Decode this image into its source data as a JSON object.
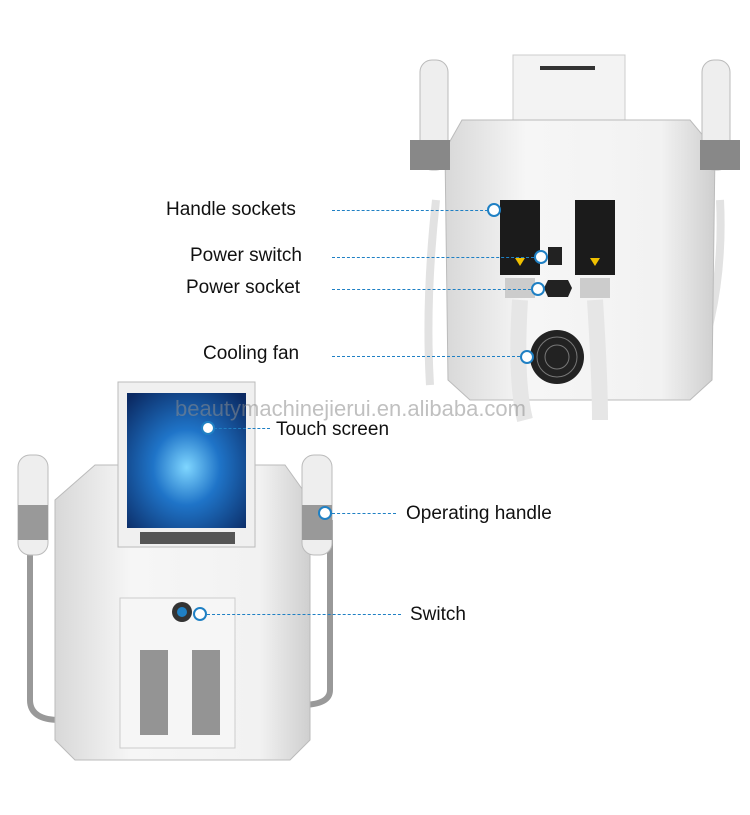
{
  "callouts": {
    "handle_sockets": "Handle sockets",
    "power_switch": "Power switch",
    "power_socket": "Power socket",
    "cooling_fan": "Cooling fan",
    "touch_screen": "Touch screen",
    "operating_handle": "Operating handle",
    "switch": "Switch"
  },
  "watermark": "beautymachinejierui.en.alibaba.com",
  "colors": {
    "callout_line": "#1f80c4",
    "screen": "#1a5fb0"
  }
}
